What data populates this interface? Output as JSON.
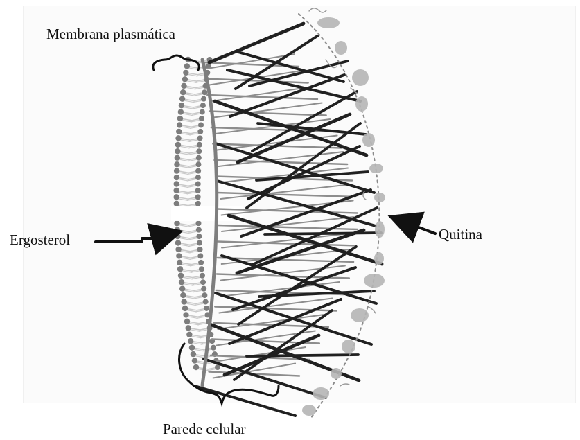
{
  "labels": {
    "membrane": "Membrana plasmática",
    "ergosterol": "Ergosterol",
    "quitina": "Quitina",
    "cell_wall": "Parede celular"
  },
  "colors": {
    "background": "#ffffff",
    "frame": "#fbfbfb",
    "ink": "#111111",
    "fiber_dark": "#202020",
    "fiber_light": "#8d8d8d",
    "membrane_head": "#7d7d7d",
    "membrane_tail": "#c9c9c9",
    "surface_blob": "#b5b5b5"
  },
  "icons": {
    "left_arrow": "arrow-right-icon",
    "right_arrow": "arrow-left-icon",
    "top_bracket": "curly-bracket-icon",
    "bottom_bracket": "curly-bracket-icon"
  }
}
